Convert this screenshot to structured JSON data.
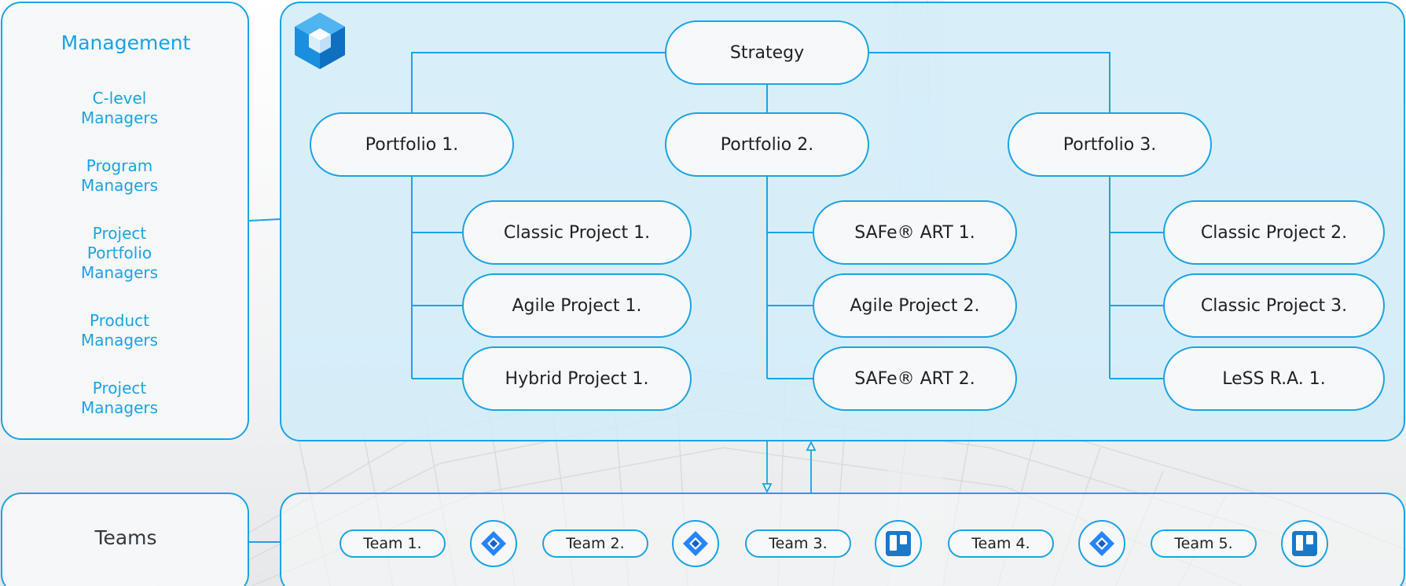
{
  "management": {
    "title": "Management",
    "roles": [
      "C-level\nManagers",
      "Program\nManagers",
      "Project\nPortfolio\nManagers",
      "Product\nManagers",
      "Project\nManagers"
    ]
  },
  "teams_section": {
    "title": "Teams",
    "teams": [
      "Team 1.",
      "Team 2.",
      "Team 3.",
      "Team 4.",
      "Team 5."
    ],
    "tool_icons": [
      "jira-icon",
      "jira-icon",
      "trello-icon",
      "jira-icon",
      "trello-icon"
    ]
  },
  "hierarchy": {
    "strategy": "Strategy",
    "portfolios": [
      {
        "label": "Portfolio 1.",
        "projects": [
          "Classic Project 1.",
          "Agile Project 1.",
          "Hybrid Project 1."
        ]
      },
      {
        "label": "Portfolio 2.",
        "projects": [
          "SAFe® ART 1.",
          "Agile Project 2.",
          "SAFe® ART 2."
        ]
      },
      {
        "label": "Portfolio 3.",
        "projects": [
          "Classic Project 2.",
          "Classic Project 3.",
          "LeSS R.A. 1."
        ]
      }
    ]
  },
  "colors": {
    "accent": "#1ba3e3",
    "panel_fill": "#d2ecf9",
    "pill_fill": "#f6f8fa",
    "jira_blue": "#2684ff",
    "trello_blue": "#1b78c8"
  },
  "icons": {
    "logo": "cube-logo-icon"
  }
}
